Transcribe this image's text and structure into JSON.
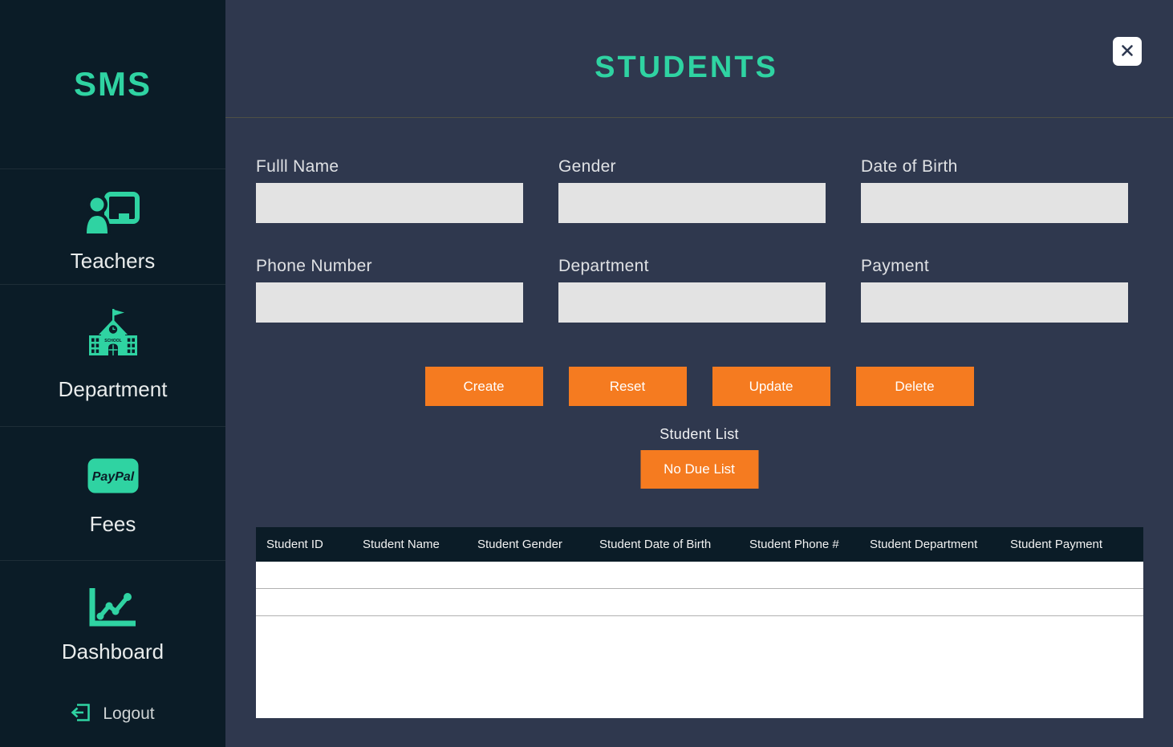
{
  "app": {
    "logo": "SMS"
  },
  "sidebar": {
    "items": [
      {
        "label": "Teachers"
      },
      {
        "label": "Department"
      },
      {
        "label": "Fees"
      },
      {
        "label": "Dashboard"
      }
    ],
    "logout": "Logout",
    "school_icon_text": "SCHOOL",
    "paypal_icon_text": "PayPal"
  },
  "header": {
    "title": "STUDENTS"
  },
  "form": {
    "fields": [
      {
        "label": "Fulll Name",
        "value": ""
      },
      {
        "label": "Gender",
        "value": ""
      },
      {
        "label": "Date of Birth",
        "value": ""
      },
      {
        "label": "Phone Number",
        "value": ""
      },
      {
        "label": "Department",
        "value": ""
      },
      {
        "label": "Payment",
        "value": ""
      }
    ]
  },
  "buttons": {
    "create": "Create",
    "reset": "Reset",
    "update": "Update",
    "delete": "Delete",
    "no_due": "No Due List"
  },
  "list": {
    "title": "Student List"
  },
  "table": {
    "headers": [
      "Student ID",
      "Student Name",
      "Student Gender",
      "Student Date of Birth",
      "Student Phone #",
      "Student Department",
      "Student Payment"
    ],
    "rows": [
      [
        "",
        "",
        "",
        "",
        "",
        "",
        ""
      ],
      [
        "",
        "",
        "",
        "",
        "",
        "",
        ""
      ]
    ]
  },
  "colors": {
    "accent_green": "#2fd3a2",
    "button_orange": "#f57b20",
    "sidebar_bg": "#0b1c27",
    "main_bg": "#2f384e",
    "input_bg": "#e3e3e3"
  }
}
